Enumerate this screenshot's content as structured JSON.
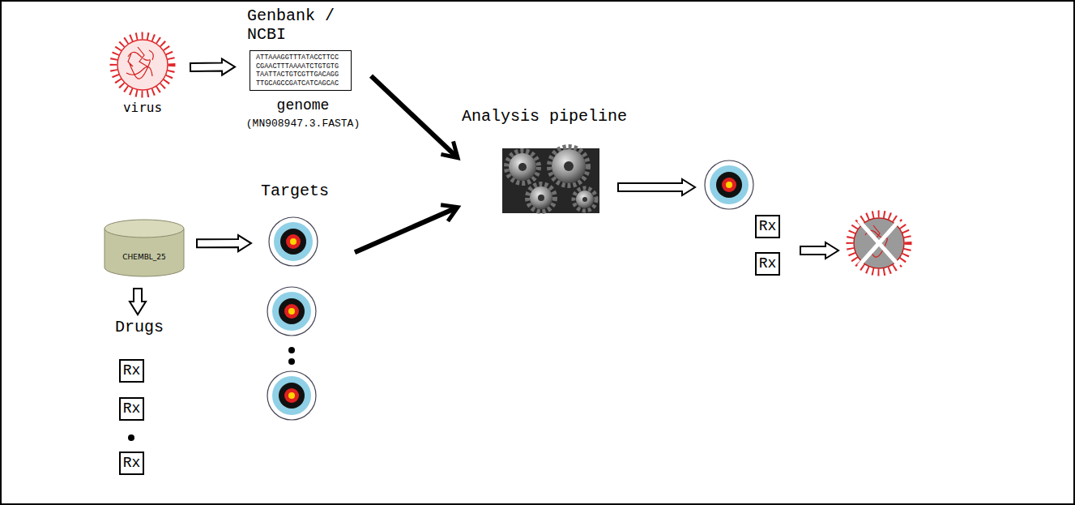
{
  "diagram": {
    "nodes": [
      {
        "text": [
          "virus"
        ]
      },
      {
        "text": [
          "Genbank / NCBI",
          "ATTAAAGGTTTATACCTTCC CGAACTTTAAAATCTGTGTG TAATTACTGTCGTTGACAGG TTGCAGCCGATCATCAGCAC",
          "genome",
          "(MN908947.3.FASTA)"
        ]
      },
      {
        "text": [
          "Analysis pipeline"
        ]
      },
      {
        "text": [
          "Rx"
        ]
      },
      {
        "text": [
          "Rx"
        ]
      },
      {
        "text": [
          "CHEMBL_25"
        ]
      },
      {
        "text": [
          "Targets"
        ]
      },
      {
        "text": [
          "Drugs",
          "Rx"
        ]
      },
      {
        "text": [
          "Rx"
        ]
      },
      {
        "text": [
          "Rx"
        ]
      }
    ],
    "edges": [
      {
        "from": 0,
        "to": 1,
        "arrow": "to"
      },
      {
        "from": 1,
        "to": 2,
        "arrow": "to"
      },
      {
        "from": 5,
        "to": 6,
        "arrow": "to"
      },
      {
        "from": 6,
        "to": 2,
        "arrow": "to"
      },
      {
        "from": 5,
        "to": 7,
        "arrow": "to"
      }
    ]
  }
}
